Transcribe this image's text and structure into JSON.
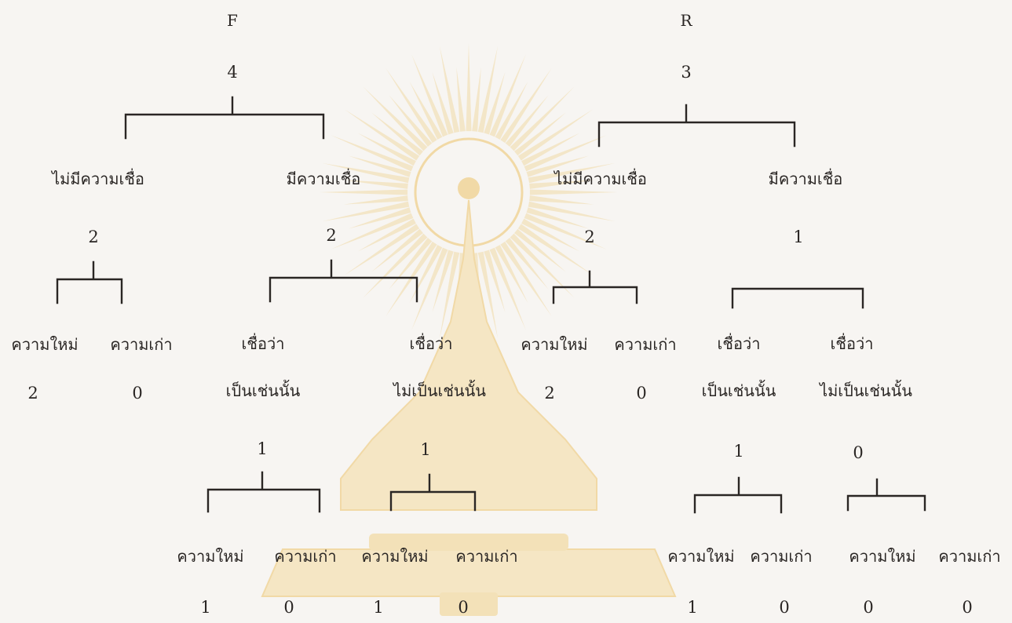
{
  "diagram": {
    "trees": [
      {
        "letter": "F",
        "total": "4",
        "branches": [
          {
            "label": "ไม่มีความเชื่อ",
            "count": "2",
            "leaves": [
              {
                "label": "ความใหม่",
                "value": "2"
              },
              {
                "label": "ความเก่า",
                "value": "0"
              }
            ]
          },
          {
            "label": "มีความเชื่อ",
            "count": "2",
            "sub": [
              {
                "line1": "เชื่อว่า",
                "line2": "เป็นเช่นนั้น",
                "count": "1",
                "leaves": [
                  {
                    "label": "ความใหม่",
                    "value": "1"
                  },
                  {
                    "label": "ความเก่า",
                    "value": "0"
                  }
                ]
              },
              {
                "line1": "เชื่อว่า",
                "line2": "ไม่เป็นเช่นนั้น",
                "count": "1",
                "leaves": [
                  {
                    "label": "ความใหม่",
                    "value": "1"
                  },
                  {
                    "label": "ความเก่า",
                    "value": "0"
                  }
                ]
              }
            ]
          }
        ]
      },
      {
        "letter": "R",
        "total": "3",
        "branches": [
          {
            "label": "ไม่มีความเชื่อ",
            "count": "2",
            "leaves": [
              {
                "label": "ความใหม่",
                "value": "2"
              },
              {
                "label": "ความเก่า",
                "value": "0"
              }
            ]
          },
          {
            "label": "มีความเชื่อ",
            "count": "1",
            "sub": [
              {
                "line1": "เชื่อว่า",
                "line2": "เป็นเช่นนั้น",
                "count": "1",
                "leaves": [
                  {
                    "label": "ความใหม่",
                    "value": "1"
                  },
                  {
                    "label": "ความเก่า",
                    "value": "0"
                  }
                ]
              },
              {
                "line1": "เชื่อว่า",
                "line2": "ไม่เป็นเช่นนั้น",
                "count": "0",
                "leaves": [
                  {
                    "label": "ความใหม่",
                    "value": "0"
                  },
                  {
                    "label": "ความเก่า",
                    "value": "0"
                  }
                ]
              }
            ]
          }
        ]
      }
    ]
  },
  "colors": {
    "background": "#f7f5f2",
    "ink": "#2a2624",
    "watermark": "#f1d9a6"
  }
}
